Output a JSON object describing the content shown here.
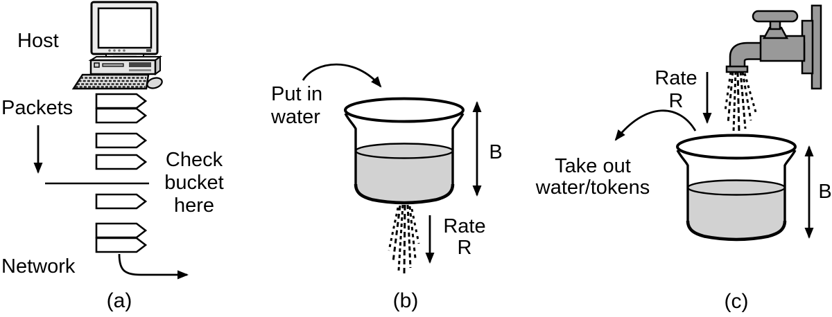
{
  "figure": {
    "panel_a": {
      "host": "Host",
      "packets": "Packets",
      "check": [
        "Check",
        "bucket",
        "here"
      ],
      "network": "Network",
      "caption": "(a)"
    },
    "panel_b": {
      "put_in": [
        "Put in",
        "water"
      ],
      "rate": [
        "Rate",
        "R"
      ],
      "bucket_depth": "B",
      "caption": "(b)"
    },
    "panel_c": {
      "rate": [
        "Rate",
        "R"
      ],
      "take_out": [
        "Take out",
        "water/tokens"
      ],
      "bucket_depth": "B",
      "caption": "(c)"
    }
  },
  "colors": {
    "water": "#d2d2d2",
    "faucet": "#999999",
    "line": "#000000",
    "background": "#ffffff"
  }
}
